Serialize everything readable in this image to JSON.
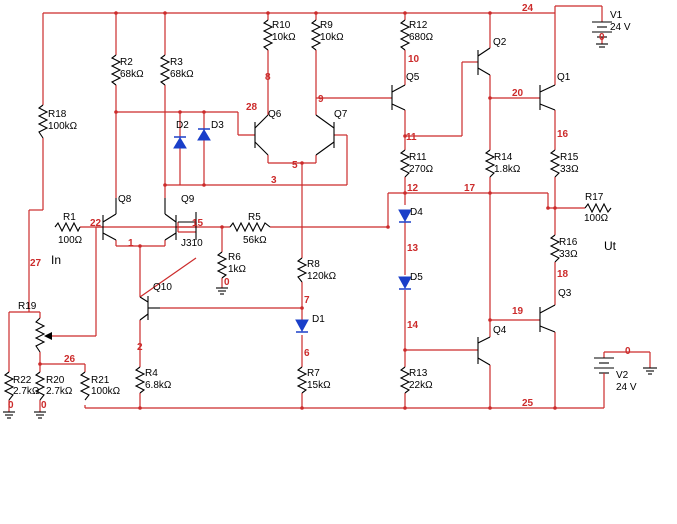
{
  "components": {
    "r1": {
      "name": "R1",
      "value": "100Ω"
    },
    "r2": {
      "name": "R2",
      "value": "68kΩ"
    },
    "r3": {
      "name": "R3",
      "value": "68kΩ"
    },
    "r4": {
      "name": "R4",
      "value": "6.8kΩ"
    },
    "r5": {
      "name": "R5",
      "value": "56kΩ"
    },
    "r6": {
      "name": "R6",
      "value": "1kΩ"
    },
    "r7": {
      "name": "R7",
      "value": "15kΩ"
    },
    "r8": {
      "name": "R8",
      "value": "120kΩ"
    },
    "r9": {
      "name": "R9",
      "value": "10kΩ"
    },
    "r10": {
      "name": "R10",
      "value": "10kΩ"
    },
    "r11": {
      "name": "R11",
      "value": "270Ω"
    },
    "r12": {
      "name": "R12",
      "value": "680Ω"
    },
    "r13": {
      "name": "R13",
      "value": "22kΩ"
    },
    "r14": {
      "name": "R14",
      "value": "1.8kΩ"
    },
    "r15": {
      "name": "R15",
      "value": "33Ω"
    },
    "r16": {
      "name": "R16",
      "value": "33Ω"
    },
    "r17": {
      "name": "R17",
      "value": "100Ω"
    },
    "r18": {
      "name": "R18",
      "value": "100kΩ"
    },
    "r19": {
      "name": "R19"
    },
    "r20": {
      "name": "R20",
      "value": "2.7kΩ"
    },
    "r21": {
      "name": "R21",
      "value": "100kΩ"
    },
    "r22": {
      "name": "R22",
      "value": "2.7kΩ"
    },
    "q1": {
      "name": "Q1"
    },
    "q2": {
      "name": "Q2"
    },
    "q3": {
      "name": "Q3"
    },
    "q4": {
      "name": "Q4"
    },
    "q5": {
      "name": "Q5"
    },
    "q6": {
      "name": "Q6"
    },
    "q7": {
      "name": "Q7"
    },
    "q8": {
      "name": "Q8"
    },
    "q9": {
      "name": "Q9"
    },
    "q10": {
      "name": "Q10"
    },
    "j310": {
      "name": "J310"
    },
    "d1": {
      "name": "D1"
    },
    "d2": {
      "name": "D2"
    },
    "d3": {
      "name": "D3"
    },
    "d4": {
      "name": "D4"
    },
    "d5": {
      "name": "D5"
    },
    "v1": {
      "name": "V1",
      "value": "24 V"
    },
    "v2": {
      "name": "V2",
      "value": "24 V"
    }
  },
  "nodes": {
    "n0": "0",
    "n1": "1",
    "n2": "2",
    "n3": "3",
    "n5": "5",
    "n6": "6",
    "n7": "7",
    "n8": "8",
    "n9": "9",
    "n10": "10",
    "n11": "11",
    "n12": "12",
    "n13": "13",
    "n14": "14",
    "n15": "15",
    "n16": "16",
    "n17": "17",
    "n18": "18",
    "n19": "19",
    "n20": "20",
    "n22": "22",
    "n24": "24",
    "n25": "25",
    "n26": "26",
    "n27": "27",
    "n28": "28"
  },
  "io": {
    "input": "In",
    "output": "Ut"
  },
  "colors": {
    "wire": "#cc2b2b",
    "component": "#000000",
    "diode": "#1a3fc9",
    "background": "#ffffff"
  }
}
